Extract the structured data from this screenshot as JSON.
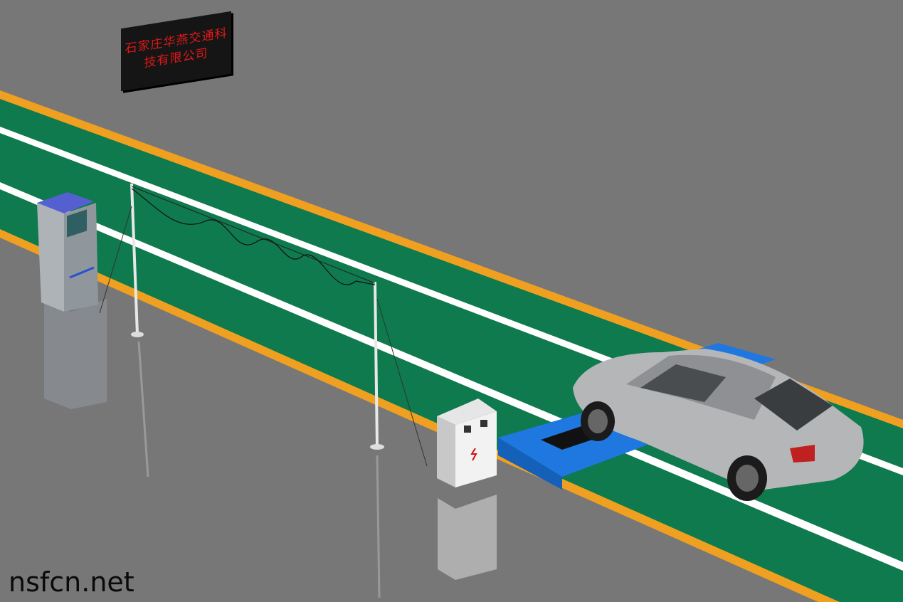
{
  "sign": {
    "line1": "石家庄华燕交通科",
    "line2": "技有限公司"
  },
  "watermark": "nsfcn.net",
  "colors": {
    "ground": "#777777",
    "lane": "#0e7a4e",
    "edge_line": "#f0a020",
    "lane_line": "#ffffff",
    "platform": "#1e78e0",
    "sign_text": "#e01818"
  }
}
